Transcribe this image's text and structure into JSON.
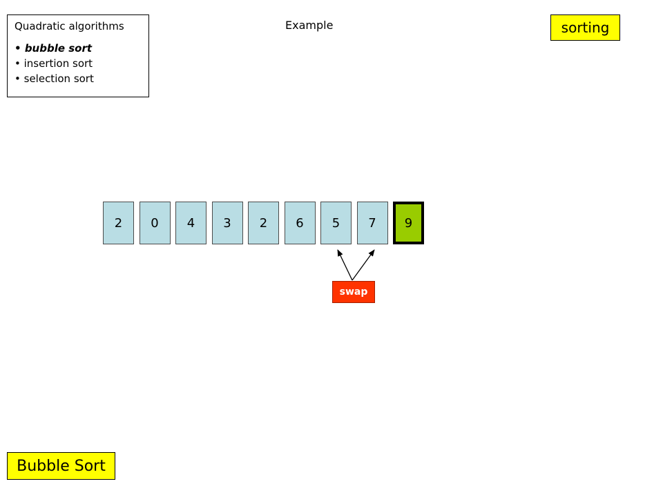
{
  "algorithms_box": {
    "title": "Quadratic algorithms",
    "items": [
      {
        "label": "bubble sort",
        "active": true
      },
      {
        "label": "insertion sort",
        "active": false
      },
      {
        "label": "selection sort",
        "active": false
      }
    ]
  },
  "heading": "Example",
  "topic_badge": "sorting",
  "algorithm_badge": "Bubble Sort",
  "array": [
    "2",
    "0",
    "4",
    "3",
    "2",
    "6",
    "5",
    "7",
    "9"
  ],
  "sorted_from_index": 8,
  "swap_indices": [
    6,
    7
  ],
  "swap_label": "swap",
  "colors": {
    "cell": "#b9dde4",
    "sorted_cell": "#99cc00",
    "swap": "#ff3300",
    "badge": "#ffff00"
  }
}
